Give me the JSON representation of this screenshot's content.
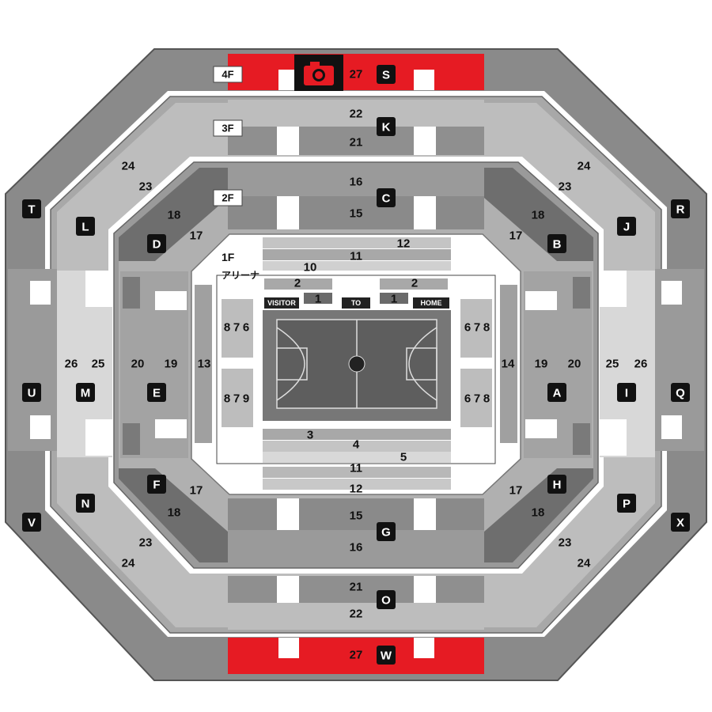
{
  "floors": {
    "f4": "4F",
    "f3": "3F",
    "f2": "2F",
    "f1": "1F",
    "arena": "アリーナ"
  },
  "bench": {
    "visitor": "VISITOR",
    "to": "TO",
    "home": "HOME"
  },
  "sections": {
    "S": "S",
    "K": "K",
    "C": "C",
    "W": "W",
    "O": "O",
    "G": "G",
    "T": "T",
    "R": "R",
    "L": "L",
    "J": "J",
    "D": "D",
    "B": "B",
    "U": "U",
    "Q": "Q",
    "M": "M",
    "I": "I",
    "E": "E",
    "A": "A",
    "V": "V",
    "X": "X",
    "N": "N",
    "P": "P",
    "F": "F",
    "H": "H"
  },
  "rows": {
    "r27": "27",
    "r26": "26",
    "r25": "25",
    "r24": "24",
    "r23": "23",
    "r22": "22",
    "r21": "21",
    "r20": "20",
    "r19": "19",
    "r18": "18",
    "r17": "17",
    "r16": "16",
    "r15": "15",
    "r14": "14",
    "r13": "13",
    "r12": "12",
    "r11": "11",
    "r10": "10",
    "r9": "9",
    "r8": "8",
    "r7": "7",
    "r6": "6",
    "r5": "5",
    "r4": "4",
    "r3": "3",
    "r2": "2",
    "r1": "1"
  },
  "colors": {
    "red": "#e61b23",
    "dark": "#6e6e6e",
    "mid": "#8f8f8f",
    "light": "#b3b3b3",
    "pale": "#d3d3d3",
    "court": "#7a7a7a",
    "court_inner": "#5c5c5c"
  },
  "icons": {
    "camera": "camera-icon"
  }
}
